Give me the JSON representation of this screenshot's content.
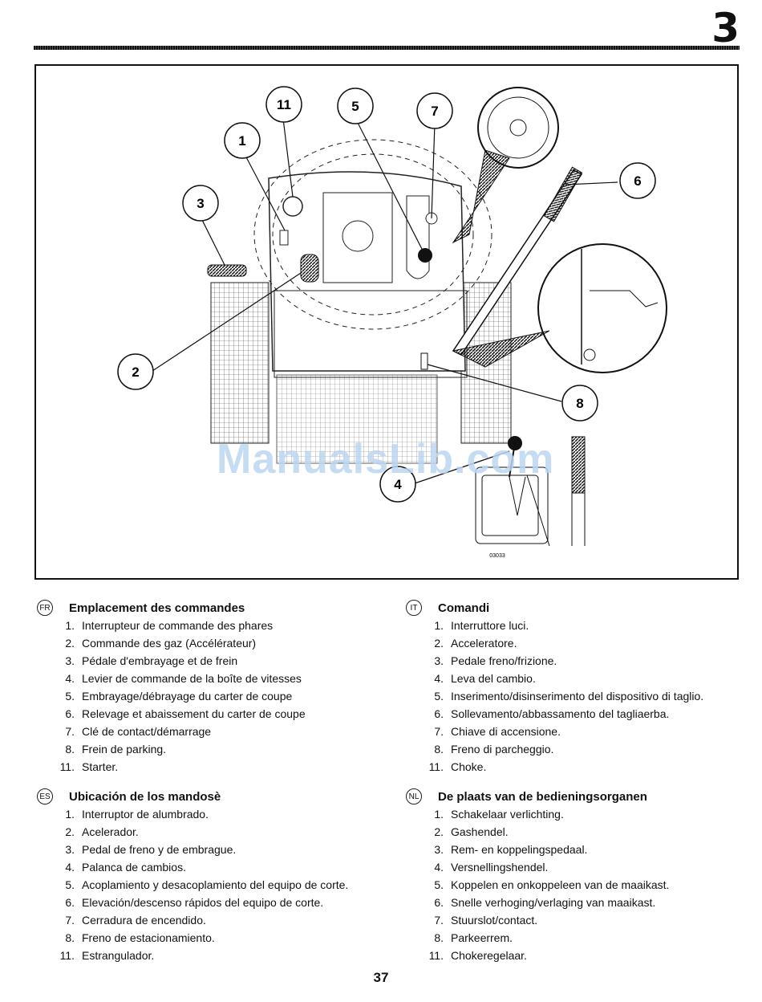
{
  "page": {
    "chapter": "3",
    "page_number": "37"
  },
  "figure": {
    "callouts": [
      "11",
      "5",
      "7",
      "1",
      "3",
      "6",
      "2",
      "8",
      "4"
    ],
    "code": "03033",
    "watermark": "ManualsLib.com"
  },
  "sections": [
    {
      "lang": "FR",
      "title": "Emplacement des commandes",
      "items": [
        {
          "num": "1.",
          "text": "Interrupteur de commande des phares"
        },
        {
          "num": "2.",
          "text": "Commande des gaz (Accélérateur)"
        },
        {
          "num": "3.",
          "text": "Pédale d'embrayage et de frein"
        },
        {
          "num": "4.",
          "text": "Levier de commande de la boîte de vitesses"
        },
        {
          "num": "5.",
          "text": "Embrayage/débrayage du carter de coupe"
        },
        {
          "num": "6.",
          "text": "Relevage et abaissement du carter de coupe"
        },
        {
          "num": "7.",
          "text": "Clé de contact/démarrage"
        },
        {
          "num": "8.",
          "text": "Frein de parking."
        },
        {
          "num": "11.",
          "text": "Starter."
        }
      ]
    },
    {
      "lang": "IT",
      "title": "Comandi",
      "items": [
        {
          "num": "1.",
          "text": "Interruttore luci."
        },
        {
          "num": "2.",
          "text": "Acceleratore."
        },
        {
          "num": "3.",
          "text": "Pedale freno/frizione."
        },
        {
          "num": "4.",
          "text": "Leva del cambio."
        },
        {
          "num": "5.",
          "text": "Inserimento/disinserimento del dispositivo di taglio."
        },
        {
          "num": "6.",
          "text": "Sollevamento/abbassamento del tagliaerba."
        },
        {
          "num": "7.",
          "text": "Chiave di accensione."
        },
        {
          "num": "8.",
          "text": "Freno di parcheggio."
        },
        {
          "num": "11.",
          "text": "Choke."
        }
      ]
    },
    {
      "lang": "ES",
      "title": "Ubicación de los mandosè",
      "items": [
        {
          "num": "1.",
          "text": "Interruptor de alumbrado."
        },
        {
          "num": "2.",
          "text": "Acelerador."
        },
        {
          "num": "3.",
          "text": "Pedal de freno y de embrague."
        },
        {
          "num": "4.",
          "text": "Palanca de cambios."
        },
        {
          "num": "5.",
          "text": "Acoplamiento y desacoplamiento del equipo de corte."
        },
        {
          "num": "6.",
          "text": "Elevación/descenso rápidos del equipo de corte."
        },
        {
          "num": "7.",
          "text": "Cerradura de encendido."
        },
        {
          "num": "8.",
          "text": "Freno de estacionamiento."
        },
        {
          "num": "11.",
          "text": "Estrangulador."
        }
      ]
    },
    {
      "lang": "NL",
      "title": "De plaats van de bedieningsorganen",
      "items": [
        {
          "num": "1.",
          "text": "Schakelaar verlichting."
        },
        {
          "num": "2.",
          "text": "Gashendel."
        },
        {
          "num": "3.",
          "text": "Rem- en koppelingspedaal."
        },
        {
          "num": "4.",
          "text": "Versnellingshendel."
        },
        {
          "num": "5.",
          "text": "Koppelen en onkoppeleen van de maaikast."
        },
        {
          "num": "6.",
          "text": "Snelle verhoging/verlaging van maaikast."
        },
        {
          "num": "7.",
          "text": "Stuurslot/contact."
        },
        {
          "num": "8.",
          "text": "Parkeerrem."
        },
        {
          "num": "11.",
          "text": "Chokeregelaar."
        }
      ]
    }
  ]
}
